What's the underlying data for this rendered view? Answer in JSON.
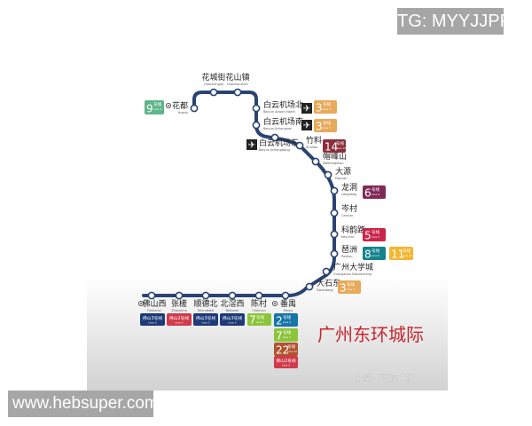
{
  "watermark_top": "TG: MYYJJPP",
  "watermark_bottom": "www.hebsuper.com",
  "map": {
    "title": "广州东环城际",
    "credit": "@漂泊的旅行家",
    "line_color": "#2b4373",
    "title_color": "#c8242c",
    "stations": [
      {
        "name": "花都",
        "pinyin": "Huadu"
      },
      {
        "name": "花城街",
        "pinyin": "Huachengjie"
      },
      {
        "name": "花山镇",
        "pinyin": "Huashanzhen"
      },
      {
        "name": "白云机场北",
        "pinyin": "Baiyun Airport North"
      },
      {
        "name": "白云机场南",
        "pinyin": "Baiyun Jichangnan"
      },
      {
        "name": "白云机场东",
        "pinyin": "Baiyun Jichangdong"
      },
      {
        "name": "竹料",
        "pinyin": "Zhuliao"
      },
      {
        "name": "帽峰山",
        "pinyin": "Maofengshan"
      },
      {
        "name": "大源",
        "pinyin": "Dayuan"
      },
      {
        "name": "龙洞",
        "pinyin": "Longdong"
      },
      {
        "name": "岑村",
        "pinyin": "Cencun"
      },
      {
        "name": "科韵路",
        "pinyin": "Keyunlu"
      },
      {
        "name": "琶洲",
        "pinyin": "Pazhou"
      },
      {
        "name": "广州大学城",
        "pinyin": "Guangzhou Daxuecheng"
      },
      {
        "name": "大石东",
        "pinyin": "Dashidong"
      },
      {
        "name": "番禺",
        "pinyin": "Panyu"
      },
      {
        "name": "陈村",
        "pinyin": "Chencun"
      },
      {
        "name": "北滘西",
        "pinyin": "Beijiaoxi"
      },
      {
        "name": "顺德北",
        "pinyin": "Shundebei"
      },
      {
        "name": "张槎",
        "pinyin": "Zhangcha"
      },
      {
        "name": "佛山西",
        "pinyin": "Foshanxi"
      }
    ],
    "transfers": [
      {
        "station": "花都",
        "num": "9",
        "suffix": "号线",
        "sub": "Line 9",
        "color": "#5fb58a"
      },
      {
        "station": "白云机场北",
        "num": "3",
        "suffix": "号线",
        "sub": "Line 3",
        "color": "#e8a95a"
      },
      {
        "station": "白云机场南",
        "num": "3",
        "suffix": "号线",
        "sub": "Line 3",
        "color": "#e8a95a"
      },
      {
        "station": "竹料",
        "num": "14",
        "suffix": "号线",
        "sub": "Line 14",
        "color": "#8a2f3c"
      },
      {
        "station": "龙洞",
        "num": "6",
        "suffix": "号线",
        "sub": "Line 6",
        "color": "#7e2a57"
      },
      {
        "station": "科韵路",
        "num": "5",
        "suffix": "号线",
        "sub": "Line 5",
        "color": "#c8264a"
      },
      {
        "station": "琶洲",
        "num": "8",
        "suffix": "号线",
        "sub": "Line 8",
        "color": "#15828c"
      },
      {
        "station": "琶洲",
        "num": "11",
        "suffix": "号线",
        "sub": "Line 11",
        "color": "#f2b632"
      },
      {
        "station": "大石东",
        "num": "3",
        "suffix": "号线",
        "sub": "Line 3",
        "color": "#e8a95a"
      },
      {
        "station": "佛山西",
        "num": "",
        "suffix": "佛山3号线",
        "sub": "Line 3",
        "color": "#1e3a78"
      },
      {
        "station": "张槎",
        "num": "",
        "suffix": "佛山2号线",
        "sub": "Line 2",
        "color": "#d03a4a"
      },
      {
        "station": "顺德北",
        "num": "",
        "suffix": "佛山3号线",
        "sub": "Line 3",
        "color": "#1e3a78"
      },
      {
        "station": "北滘西",
        "num": "",
        "suffix": "佛山3号线",
        "sub": "Line 3",
        "color": "#1e3a78"
      },
      {
        "station": "陈村",
        "num": "7",
        "suffix": "号线",
        "sub": "Line 7",
        "color": "#8cc43c"
      },
      {
        "station": "番禺",
        "num": "2",
        "suffix": "号线",
        "sub": "Line 2",
        "color": "#1676a8"
      },
      {
        "station": "番禺",
        "num": "7",
        "suffix": "号线",
        "sub": "Line 7",
        "color": "#8cc43c"
      },
      {
        "station": "番禺",
        "num": "22",
        "suffix": "号线",
        "sub": "Line 22",
        "color": "#b0532f"
      },
      {
        "station": "番禺",
        "num": "",
        "suffix": "佛山2号线",
        "sub": "Line 2",
        "color": "#d03a4a"
      }
    ],
    "airport_icon_stations": [
      "白云机场北",
      "白云机场南",
      "白云机场东"
    ],
    "interchange_marker_stations": [
      "花都",
      "番禺",
      "佛山西"
    ]
  }
}
